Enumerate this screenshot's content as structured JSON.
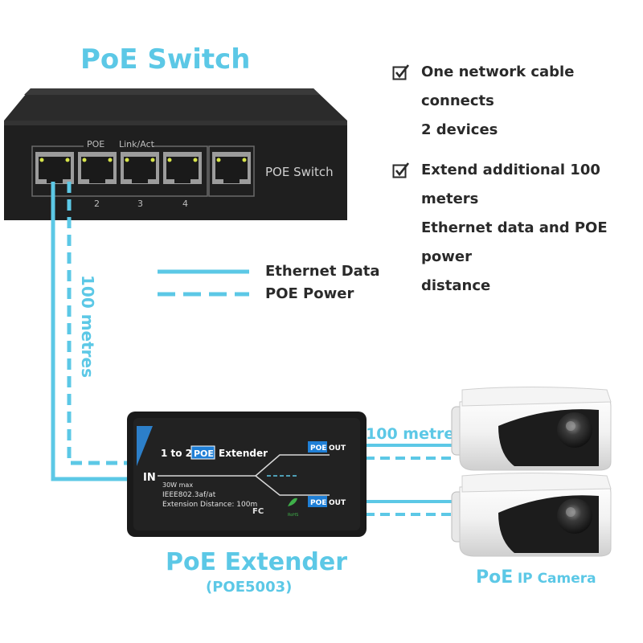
{
  "switch": {
    "title": "PoE Switch",
    "label_poe": "POE",
    "label_link": "Link/Act",
    "device_label": "POE Switch",
    "port_numbers": [
      "2",
      "3",
      "4"
    ]
  },
  "features": [
    {
      "lines": [
        "One network cable connects",
        "2 devices"
      ]
    },
    {
      "lines": [
        "Extend additional 100 meters",
        "Ethernet data and POE power",
        "distance"
      ]
    }
  ],
  "legend": {
    "solid": "Ethernet Data",
    "dashed": "POE Power"
  },
  "cable_vertical_label": "100 metres",
  "cable_horizontal_label": "100 metres",
  "extender": {
    "title_pre": "1 to 2",
    "title_badge": "POE",
    "title_post": "Extender",
    "in_label": "IN",
    "power": "30W max",
    "standard": "IEEE802.3af/at",
    "distance": "Extension Distance: 100m",
    "out_badge": "POE",
    "out_text": "OUT",
    "fc": "FC",
    "rohs": "RoHS",
    "caption": "PoE Extender",
    "model": "(POE5003)"
  },
  "camera": {
    "caption_poe": "PoE",
    "caption_rest": "IP Camera"
  },
  "colors": {
    "accent": "#5cc8e6",
    "device_dark": "#202020",
    "badge_blue": "#1f7fd6"
  }
}
